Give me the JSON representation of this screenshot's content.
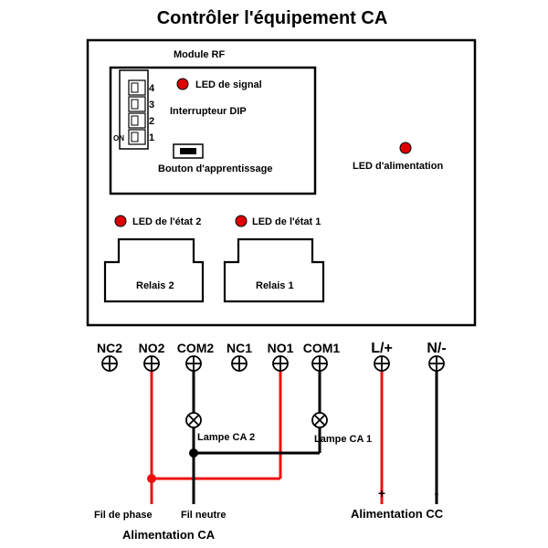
{
  "title": "Contrôler l'équipement CA",
  "module": {
    "label": "Module RF",
    "led_signal": "LED de signal",
    "dip_label": "Interrupteur DIP",
    "dip_numbers": [
      "4",
      "3",
      "2",
      "1"
    ],
    "dip_on": "ON",
    "learn_button": "Bouton d'apprentissage"
  },
  "led_power": "LED d'alimentation",
  "led_state_2": "LED de l'état 2",
  "led_state_1": "LED de l'état 1",
  "relay_2": "Relais 2",
  "relay_1": "Relais 1",
  "terminals": [
    "NC2",
    "NO2",
    "COM2",
    "NC1",
    "NO1",
    "COM1",
    "L/+",
    "N/-"
  ],
  "lamp_2": "Lampe CA 2",
  "lamp_1": "Lampe CA 1",
  "plus_sign": "+",
  "minus_sign": "-",
  "phase_wire": "Fil de phase",
  "neutral_wire": "Fil neutre",
  "ac_supply": "Alimentation CA",
  "dc_supply": "Alimentation CC",
  "colors": {
    "led": "#dd0000",
    "wire_phase": "#ee1111",
    "wire_neutral": "#000000"
  }
}
